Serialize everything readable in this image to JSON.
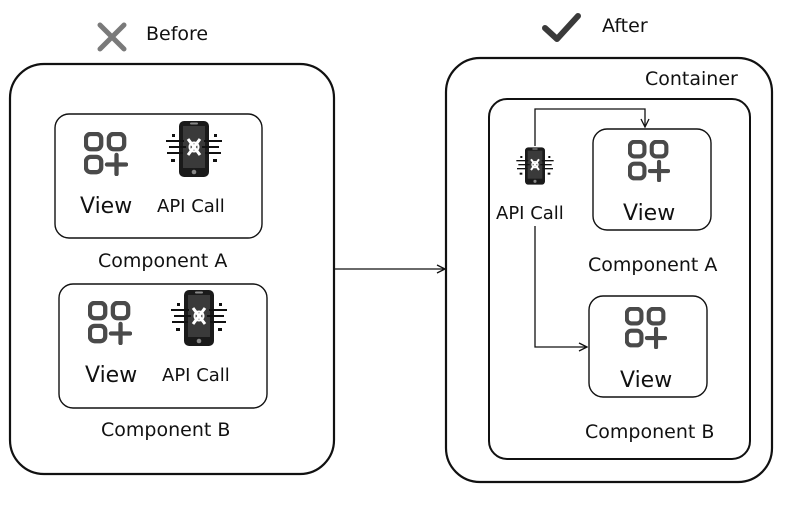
{
  "before": {
    "label": "Before",
    "icon": "cross-icon",
    "component_a": {
      "view_label": "View",
      "api_label": "API Call",
      "title": "Component A"
    },
    "component_b": {
      "view_label": "View",
      "api_label": "API Call",
      "title": "Component B"
    }
  },
  "after": {
    "label": "After",
    "icon": "checkmark-icon",
    "container_label": "Container",
    "api_label": "API Call",
    "component_a": {
      "view_label": "View",
      "title": "Component A"
    },
    "component_b": {
      "view_label": "View",
      "title": "Component B"
    }
  },
  "colors": {
    "stroke": "#111111",
    "cross": "#7a7a7a",
    "check": "#3a3a3a",
    "background": "#ffffff"
  }
}
